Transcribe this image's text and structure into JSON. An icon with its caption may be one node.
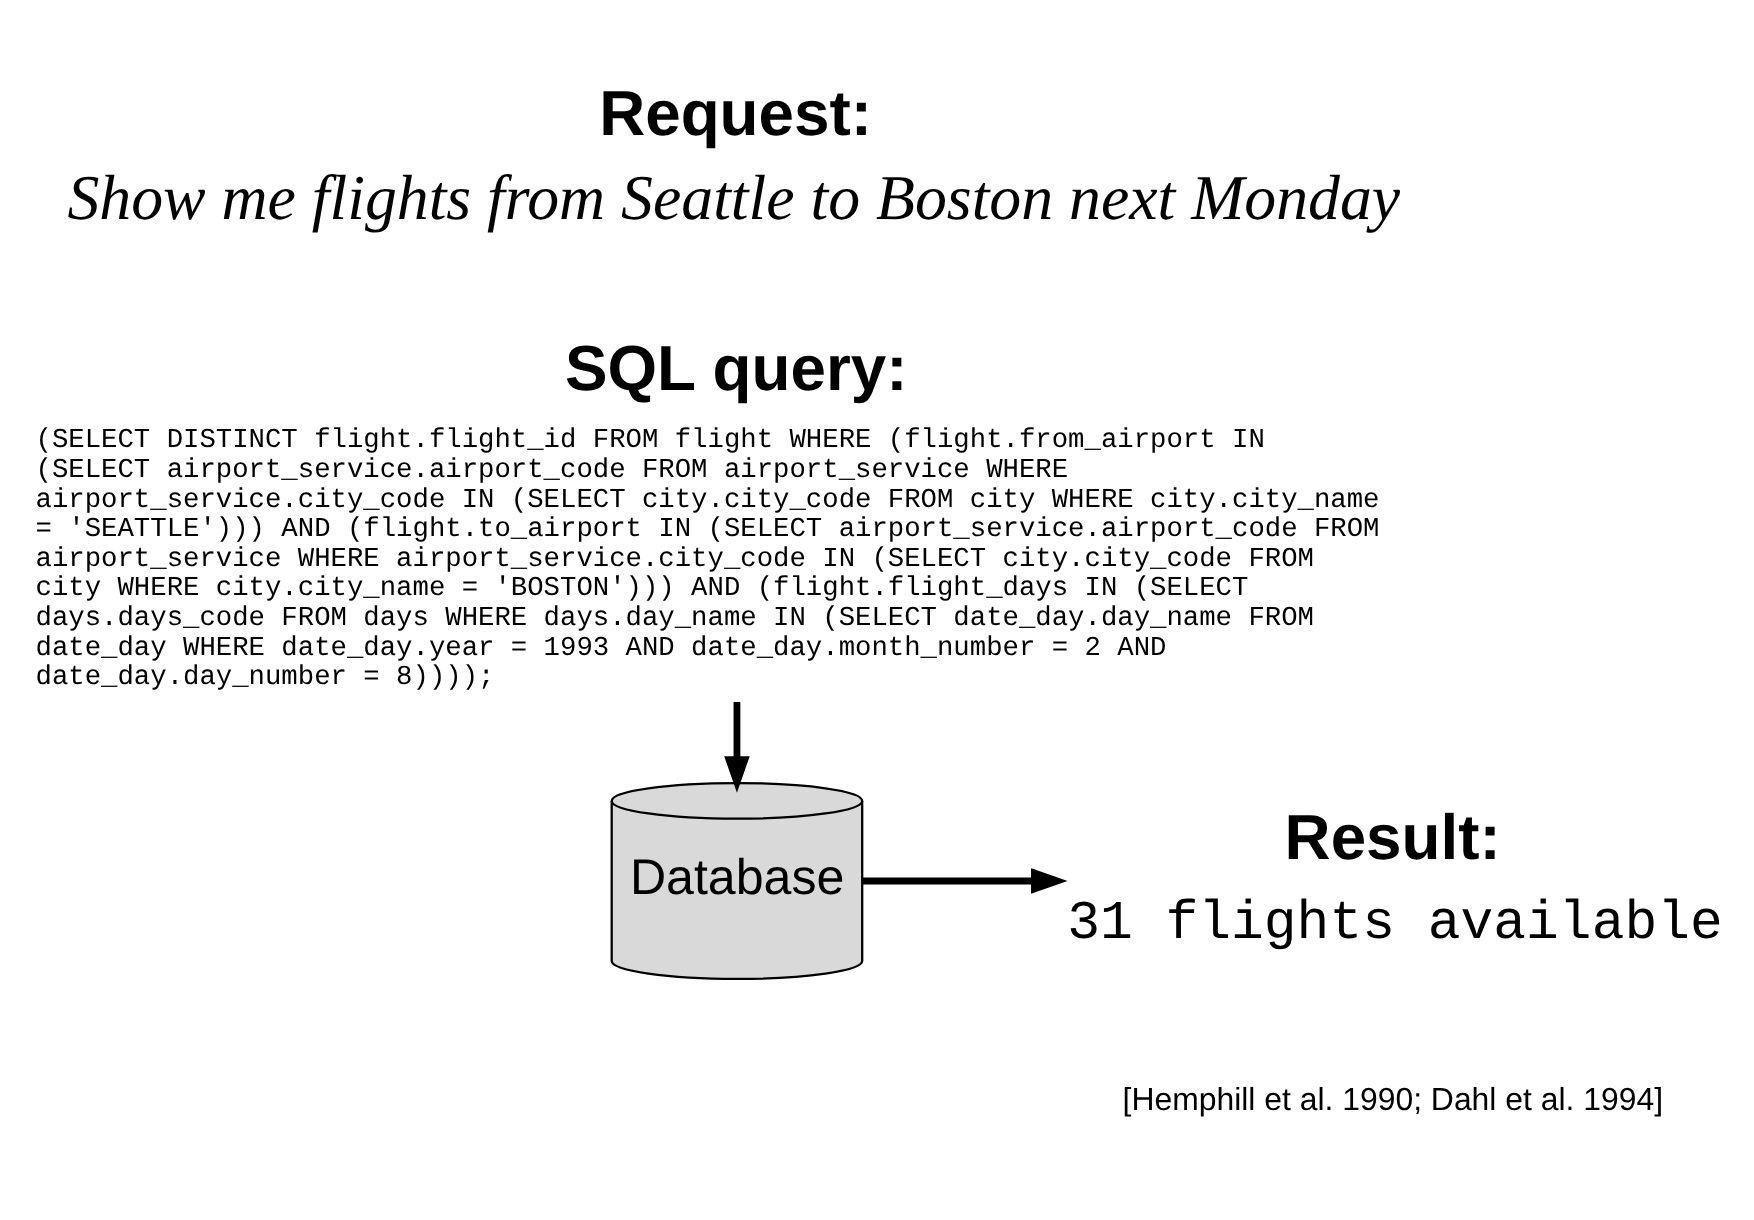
{
  "diagram": {
    "nodes": [
      {
        "text": [
          "Request:",
          "Show me flights from Seattle to Boston next Monday"
        ]
      },
      {
        "text": [
          "SQL query:",
          "(SELECT DISTINCT flight.flight_id FROM flight WHERE (flight.from_airport IN (SELECT airport_service.airport_code FROM airport_service WHERE airport_service.city_code IN (SELECT city.city_code FROM city WHERE city.city_name = 'SEATTLE'))) AND (flight.to_airport IN (SELECT airport_service.airport_code FROM airport_service WHERE airport_service.city_code IN (SELECT city.city_code FROM city WHERE city.city_name = 'BOSTON'))) AND (flight.flight_days IN (SELECT days.days_code FROM days WHERE days.day_name IN (SELECT date_day.day_name FROM date_day WHERE date_day.year = 1993 AND date_day.month_number = 2 AND date_day.day_number = 8))));"
        ]
      },
      {
        "text": [
          "Database"
        ]
      },
      {
        "text": [
          "Result:",
          "31 flights available"
        ]
      }
    ],
    "edges": [
      {
        "from": 1,
        "to": 2,
        "arrow": "to"
      },
      {
        "from": 2,
        "to": 3,
        "arrow": "to"
      }
    ],
    "labels": [
      "[Hemphill et al. 1990; Dahl et al. 1994]"
    ]
  }
}
